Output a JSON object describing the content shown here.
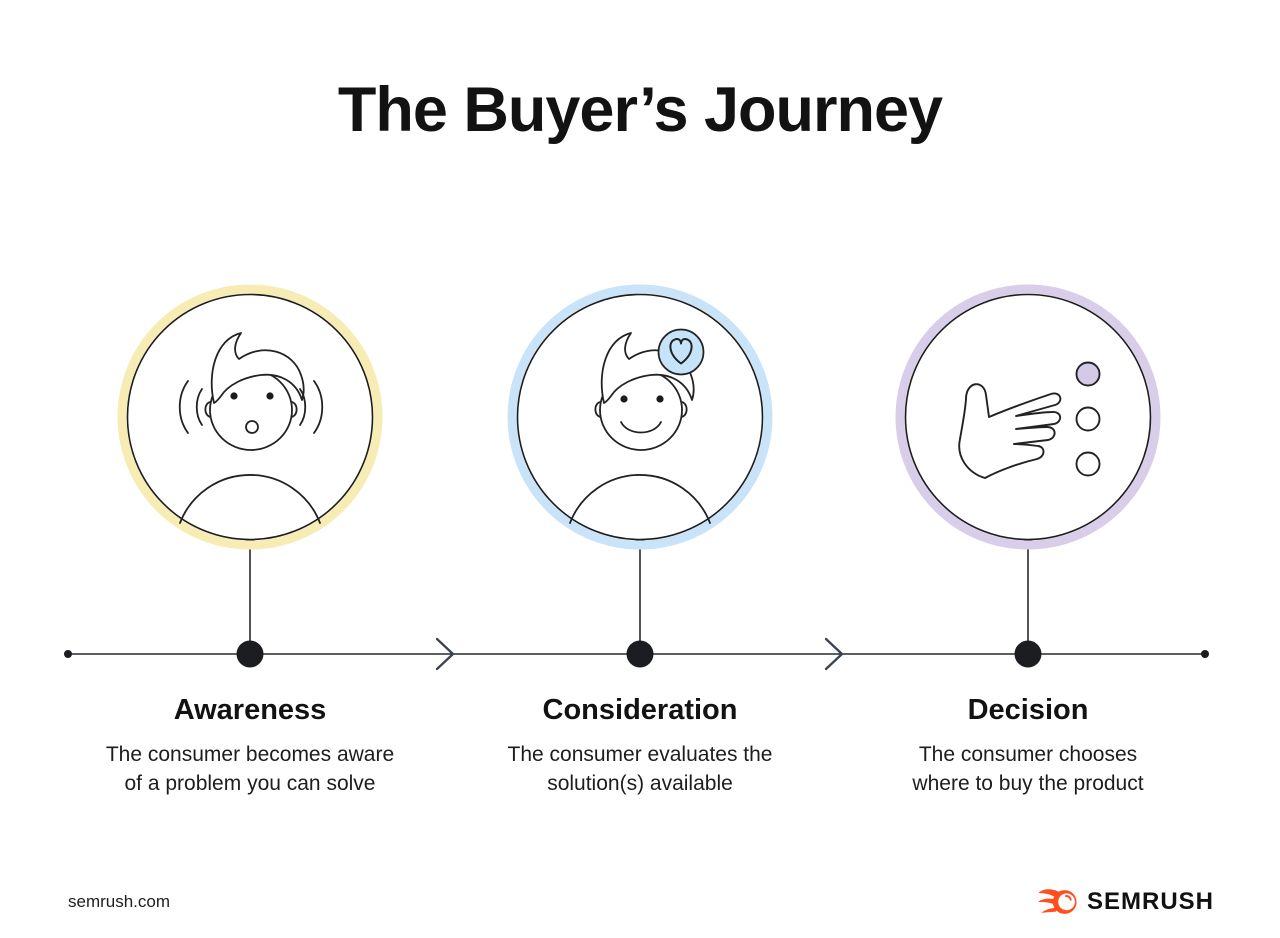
{
  "title": "The Buyer’s Journey",
  "stages": [
    {
      "name": "Awareness",
      "description_lines": [
        "The consumer becomes aware",
        "of a problem you can solve"
      ],
      "ring_color": "#F7ECB4",
      "icon": "listening-person-icon"
    },
    {
      "name": "Consideration",
      "description_lines": [
        "The consumer evaluates the",
        "solution(s) available"
      ],
      "ring_color": "#C9E4F8",
      "icon": "interested-person-icon"
    },
    {
      "name": "Decision",
      "description_lines": [
        "The consumer chooses",
        "where to buy the product"
      ],
      "ring_color": "#D9CEE9",
      "icon": "choosing-hand-icon"
    }
  ],
  "footer": {
    "website": "semrush.com",
    "brand_name": "SEMRUSH"
  },
  "colors": {
    "background": "#FFFFFF",
    "text": "#151515",
    "line": "#26282C",
    "chevron": "#3B434F",
    "brand_orange": "#FF4F1E",
    "heart_badge_fill": "#C6E4F9",
    "selected_dot_fill": "#D5C9E8"
  }
}
